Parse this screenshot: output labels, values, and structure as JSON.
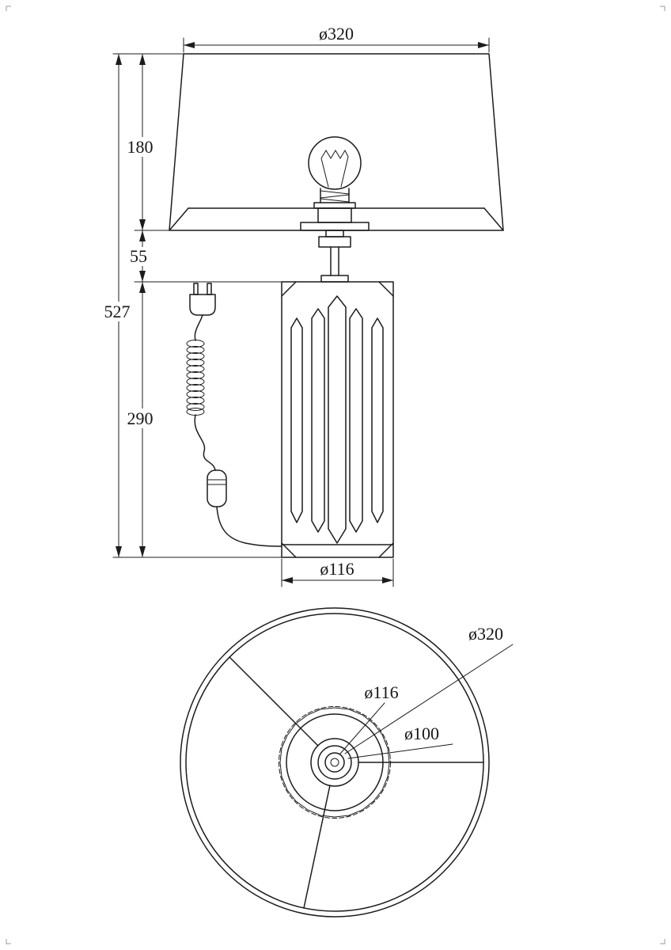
{
  "front_view": {
    "dia_shade": "ø320",
    "h_shade": "180",
    "h_neck": "55",
    "h_total": "527",
    "h_base": "290",
    "dia_base": "ø116"
  },
  "top_view": {
    "dia_shade": "ø320",
    "dia_base": "ø116",
    "dia_hub": "ø100"
  },
  "colors": {
    "line": "#1c1c1c",
    "background": "#ffffff"
  }
}
